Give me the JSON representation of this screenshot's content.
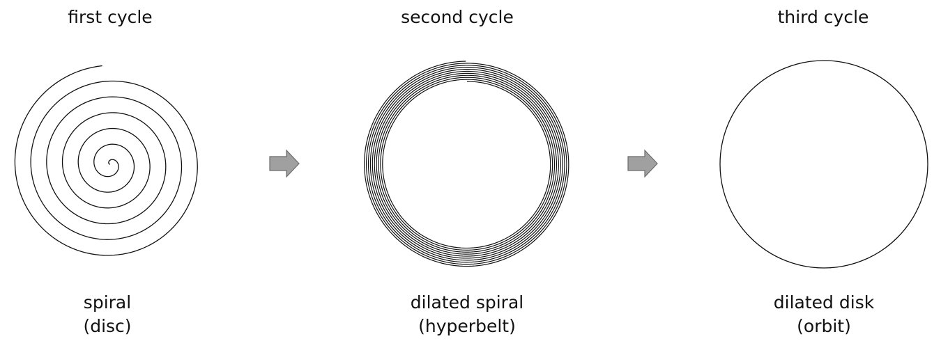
{
  "stages": [
    {
      "title": "first cycle",
      "caption_line1": "spiral",
      "caption_line2": "(disc)",
      "shape": "spiral"
    },
    {
      "title": "second cycle",
      "caption_line1": "dilated spiral",
      "caption_line2": "(hyperbelt)",
      "shape": "dilated-spiral"
    },
    {
      "title": "third cycle",
      "caption_line1": "dilated disk",
      "caption_line2": "(orbit)",
      "shape": "circle"
    }
  ],
  "colors": {
    "stroke": "#111111",
    "arrow_fill": "#a0a0a0",
    "arrow_stroke": "#6b6b6b",
    "background": "#ffffff"
  },
  "icons": [
    "right-arrow-icon",
    "right-arrow-icon"
  ]
}
